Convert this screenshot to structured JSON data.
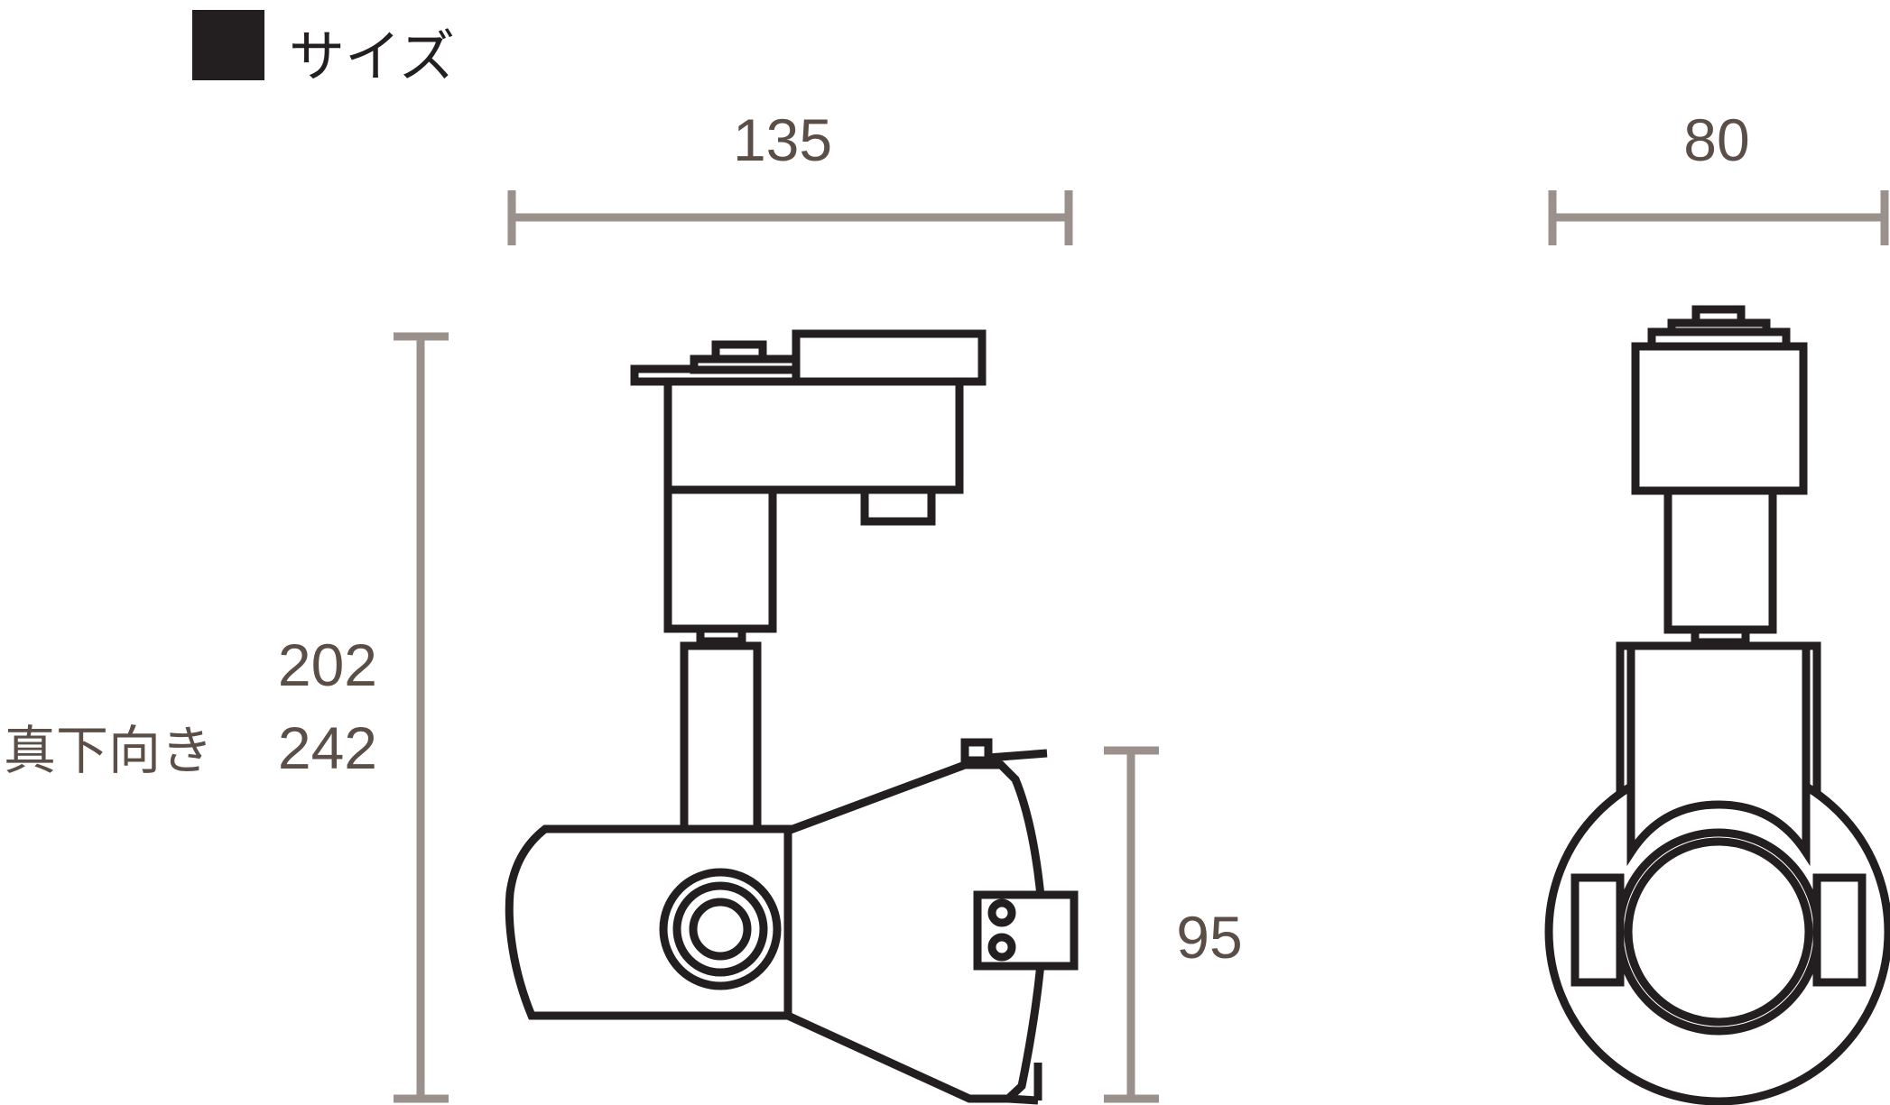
{
  "header": {
    "bullet_icon": "black-square-icon",
    "title": "サイズ"
  },
  "dimensions": {
    "width_side": "135",
    "width_front": "80",
    "height": "202",
    "height_down_label": "真下向き",
    "height_down_value": "242",
    "head_height": "95"
  },
  "colors": {
    "line": "#231f20",
    "dimension_line": "#9a918c",
    "dimension_text": "#5a4e47"
  }
}
